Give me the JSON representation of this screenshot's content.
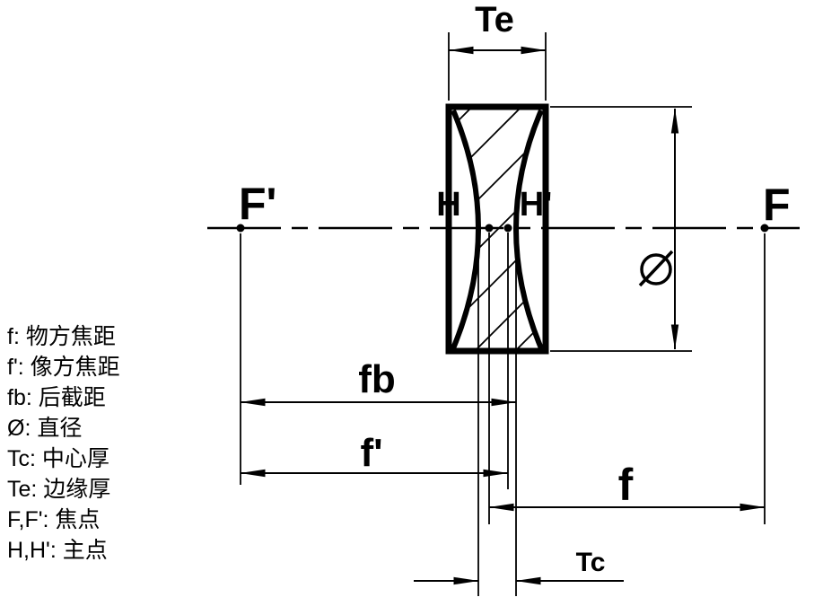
{
  "title": "biconcave-lens-dimension-drawing",
  "labels": {
    "te": "Te",
    "diameter_symbol": "Ø",
    "fb": "fb",
    "f_prime": "f'",
    "f": "f",
    "tc": "Tc",
    "focal_point_front": "F'",
    "focal_point_back": "F",
    "principal_point_h": "H",
    "principal_point_h_prime": "H'"
  },
  "legend": {
    "items": [
      "f: 物方焦距",
      "f': 像方焦距",
      "fb: 后截距",
      "Ø: 直径",
      "Tc: 中心厚",
      "Te: 边缘厚",
      "F,F': 焦点",
      "H,H': 主点"
    ]
  },
  "colors": {
    "ink": "#000000",
    "background": "#ffffff"
  }
}
